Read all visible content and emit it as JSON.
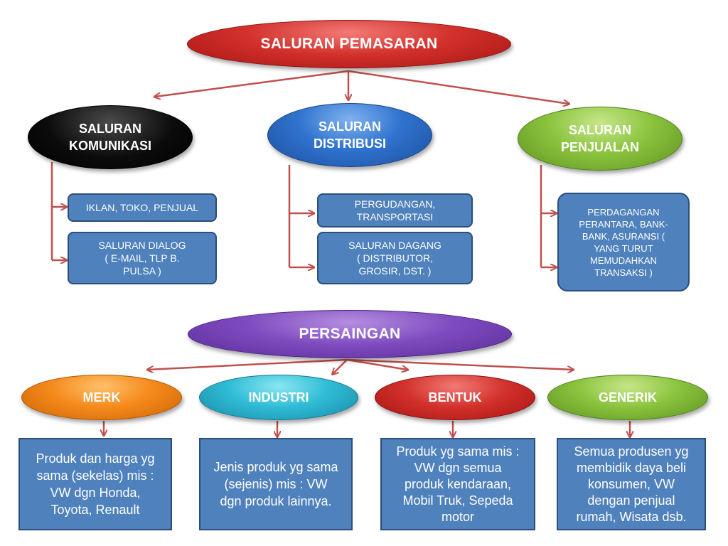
{
  "top": {
    "saluran_pemasaran": "SALURAN PEMASARAN",
    "komunikasi": "SALURAN\nKOMUNIKASI",
    "distribusi": "SALURAN\nDISTRIBUSI",
    "penjualan": "SALURAN\nPENJUALAN",
    "komunikasi_items": [
      "IKLAN, TOKO, PENJUAL",
      "SALURAN DIALOG\n( E-MAIL, TLP B.\nPULSA )"
    ],
    "distribusi_items": [
      "PERGUDANGAN,\nTRANSPORTASI",
      "SALURAN DAGANG\n( DISTRIBUTOR,\nGROSIR, DST. )"
    ],
    "penjualan_items": [
      "PERDAGANGAN\nPERANTARA, BANK-\nBANK, ASURANSI (\nYANG TURUT\nMEMUDAHKAN\nTRANSAKSI )"
    ]
  },
  "bottom": {
    "persaingan": "PERSAINGAN",
    "categories": [
      "MERK",
      "INDUSTRI",
      "BENTUK",
      "GENERIK"
    ],
    "descriptions": [
      "Produk dan harga yg\nsama (sekelas) mis :\nVW dgn Honda,\nToyota, Renault",
      "Jenis produk yg sama\n(sejenis) mis : VW\ndgn produk lainnya.",
      "Produk yg sama mis :\nVW dgn semua\nproduk kendaraan,\nMobil Truk, Sepeda\nmotor",
      "Semua produsen yg\nmembidik daya beli\nkonsumen, VW\ndengan penjual\nrumah, Wisata dsb."
    ]
  },
  "colors": {
    "connector": "#c0504d",
    "box_fill": "#4f81bd",
    "box_border": "#2b4e7c"
  }
}
